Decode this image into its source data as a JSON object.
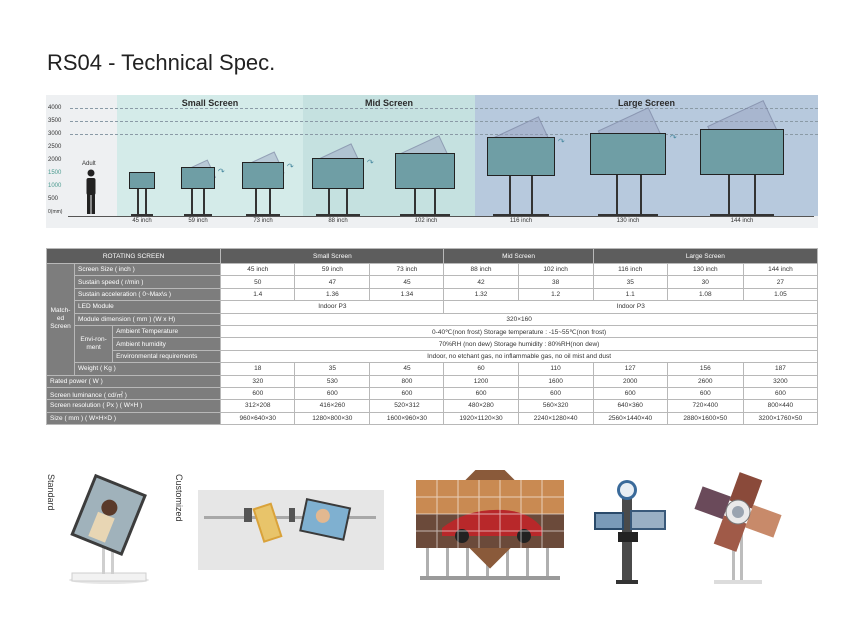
{
  "title": "RS04 - Technical Spec.",
  "chart": {
    "y_ticks": [
      "4000",
      "3500",
      "3000",
      "2500",
      "2000",
      "1500",
      "1000",
      "500",
      "0(mm)"
    ],
    "zones": [
      "Small Screen",
      "Mid Screen",
      "Large Screen"
    ],
    "adult_label": "Adult",
    "sizes": [
      "45 inch",
      "59 inch",
      "73 inch",
      "88 inch",
      "102 inch",
      "116 inch",
      "130 inch",
      "144 inch"
    ]
  },
  "table": {
    "header": [
      "ROTATING SCREEN",
      "Small Screen",
      "Mid Screen",
      "Large Screen"
    ],
    "group_label": "Match-ed Screen",
    "env_label": "Envi-ron-ment",
    "rows": {
      "size": {
        "label": "Screen Size ( inch )",
        "values": [
          "45 inch",
          "59 inch",
          "73 inch",
          "88 inch",
          "102 inch",
          "116 inch",
          "130 inch",
          "144 inch"
        ]
      },
      "speed": {
        "label": "Sustain speed ( r/min )",
        "values": [
          "50",
          "47",
          "45",
          "42",
          "38",
          "35",
          "30",
          "27"
        ]
      },
      "accel": {
        "label": "Sustain acceleration ( 0~Max\\s )",
        "values": [
          "1.4",
          "1.36",
          "1.34",
          "1.32",
          "1.2",
          "1.1",
          "1.08",
          "1.05"
        ]
      },
      "led": {
        "label": "LED Module",
        "small": "Indoor P3",
        "large": "Indoor P3"
      },
      "module": {
        "label": "Module dimension ( mm ) (W x H)",
        "value": "320×160"
      },
      "temp": {
        "label": "Ambient Temperature",
        "value": "0-40℃(non frost) Storage temperature : -15~55℃(non frost)"
      },
      "humid": {
        "label": "Ambient humidity",
        "value": "70%RH (non dew) Storage humidity : 80%RH(non dew)"
      },
      "envreq": {
        "label": "Environmental requirements",
        "value": "Indoor, no etchant gas, no inflammable gas, no oil mist and dust"
      },
      "weight": {
        "label": "Weight ( Kg )",
        "values": [
          "18",
          "35",
          "45",
          "60",
          "110",
          "127",
          "156",
          "187"
        ]
      },
      "power": {
        "label": "Rated power ( W )",
        "values": [
          "320",
          "530",
          "800",
          "1200",
          "1600",
          "2000",
          "2600",
          "3200"
        ]
      },
      "lum": {
        "label": "Screen luminance ( cd/㎡ )",
        "values": [
          "600",
          "600",
          "600",
          "600",
          "600",
          "600",
          "600",
          "600"
        ]
      },
      "res": {
        "label": "Screen resolution ( Px ) ( W×H )",
        "values": [
          "312×208",
          "416×260",
          "520×312",
          "480×280",
          "560×320",
          "640×360",
          "720×400",
          "800×440"
        ]
      },
      "dim": {
        "label": "Size ( mm ) ( W×H×D )",
        "values": [
          "960×640×30",
          "1280×800×30",
          "1600×960×30",
          "1920×1120×30",
          "2240×1280×40",
          "2560×1440×40",
          "2880×1600×50",
          "3200×1760×50"
        ]
      }
    }
  },
  "gallery": {
    "standard_label": "Standard",
    "customized_label": "Customized"
  }
}
